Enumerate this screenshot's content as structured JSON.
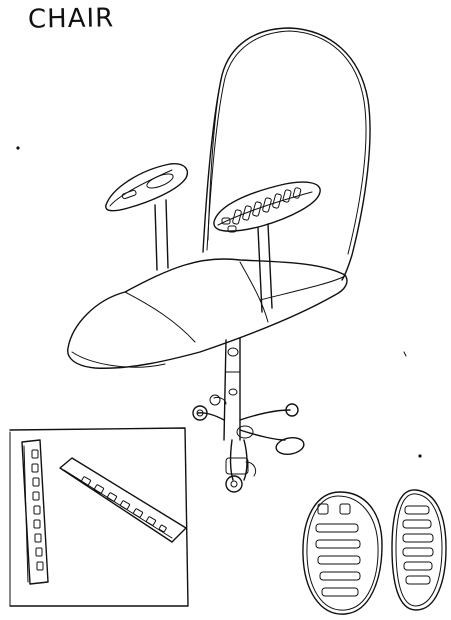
{
  "page": {
    "title": "CHAIR"
  },
  "colors": {
    "ink": "#111111",
    "paper": "#ffffff"
  },
  "drawings": [
    "chair-sketch",
    "armrest-detail-panel",
    "foot-pad-sketches"
  ]
}
